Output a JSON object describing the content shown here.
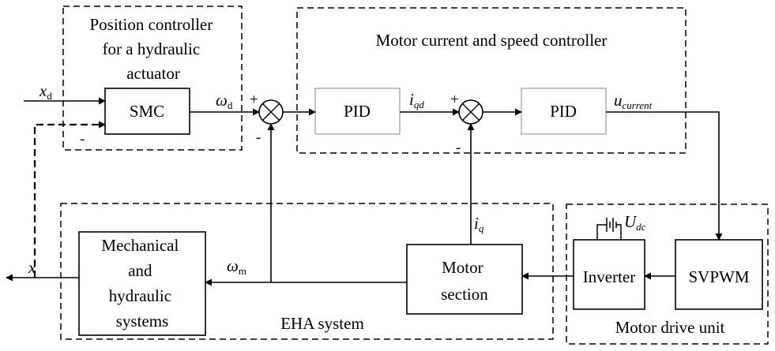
{
  "groups": {
    "position_title": [
      "Position controller",
      "for a hydraulic",
      "actuator"
    ],
    "motor_controller_title": "Motor current and speed controller",
    "eha_title": "EHA system",
    "drive_title": "Motor drive unit"
  },
  "blocks": {
    "smc": "SMC",
    "pid_speed": "PID",
    "pid_current": "PID",
    "mechanical": [
      "Mechanical",
      "and",
      "hydraulic",
      "systems"
    ],
    "motor": [
      "Motor",
      "section"
    ],
    "inverter": "Inverter",
    "svpwm": "SVPWM"
  },
  "signals": {
    "xd": {
      "base": "x",
      "sub": "d"
    },
    "omega_d": {
      "base": "ω",
      "sub": "d"
    },
    "iqd": {
      "base": "i",
      "sub": "qd"
    },
    "ucurrent": {
      "base": "u",
      "sub": "current"
    },
    "iq": {
      "base": "i",
      "sub": "q"
    },
    "udc": {
      "base": "U",
      "sub": "dc"
    },
    "omega_m": {
      "base": "ω",
      "sub": "m"
    },
    "x": "x"
  },
  "signs": {
    "plus": "+",
    "minus": "-"
  }
}
